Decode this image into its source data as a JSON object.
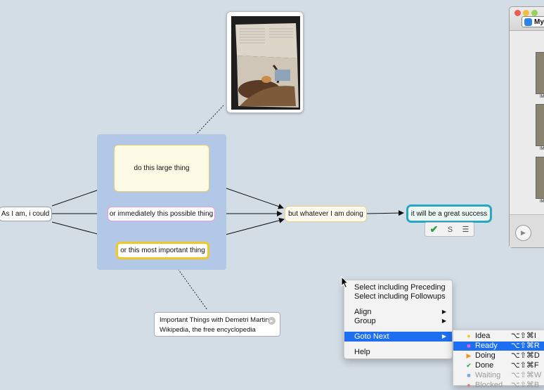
{
  "nodes": {
    "start": "As I am, i could",
    "large": "do this large thing",
    "possible": "or immediately this possible thing",
    "important": "or this most important thing",
    "whatever": "but whatever I am doing",
    "success": "it will be a great success"
  },
  "note": {
    "line1": "Important Things with Demetri Martin",
    "line2": "Wikipedia, the free encyclopedia"
  },
  "mini_toolbar": {
    "check_icon": "checkmark-icon",
    "s_label": "S",
    "list_icon": "list-icon"
  },
  "context_menu": {
    "items": [
      "Select including Preceding",
      "Select including Followups",
      "Align",
      "Group",
      "Goto Next",
      "Help"
    ]
  },
  "submenu": {
    "items": [
      {
        "label": "Idea",
        "shortcut": "⌥⇧⌘I",
        "icon": "●",
        "color": "#f4c81f"
      },
      {
        "label": "Ready",
        "shortcut": "⌥⇧⌘R",
        "icon": "■",
        "color": "#e45fe6"
      },
      {
        "label": "Doing",
        "shortcut": "⌥⇧⌘D",
        "icon": "▶",
        "color": "#f0951e"
      },
      {
        "label": "Done",
        "shortcut": "⌥⇧⌘F",
        "icon": "✔",
        "color": "#1ea33a"
      },
      {
        "label": "Waiting",
        "shortcut": "⌥⇧⌘W",
        "icon": "■",
        "color": "#7aa8e0"
      },
      {
        "label": "Blocked",
        "shortcut": "⌥⇧⌘B",
        "icon": "●",
        "color": "#e27a7a"
      }
    ]
  },
  "side_window": {
    "tab_label": "My",
    "thumb_label": "IM",
    "play_icon": "play-icon"
  }
}
